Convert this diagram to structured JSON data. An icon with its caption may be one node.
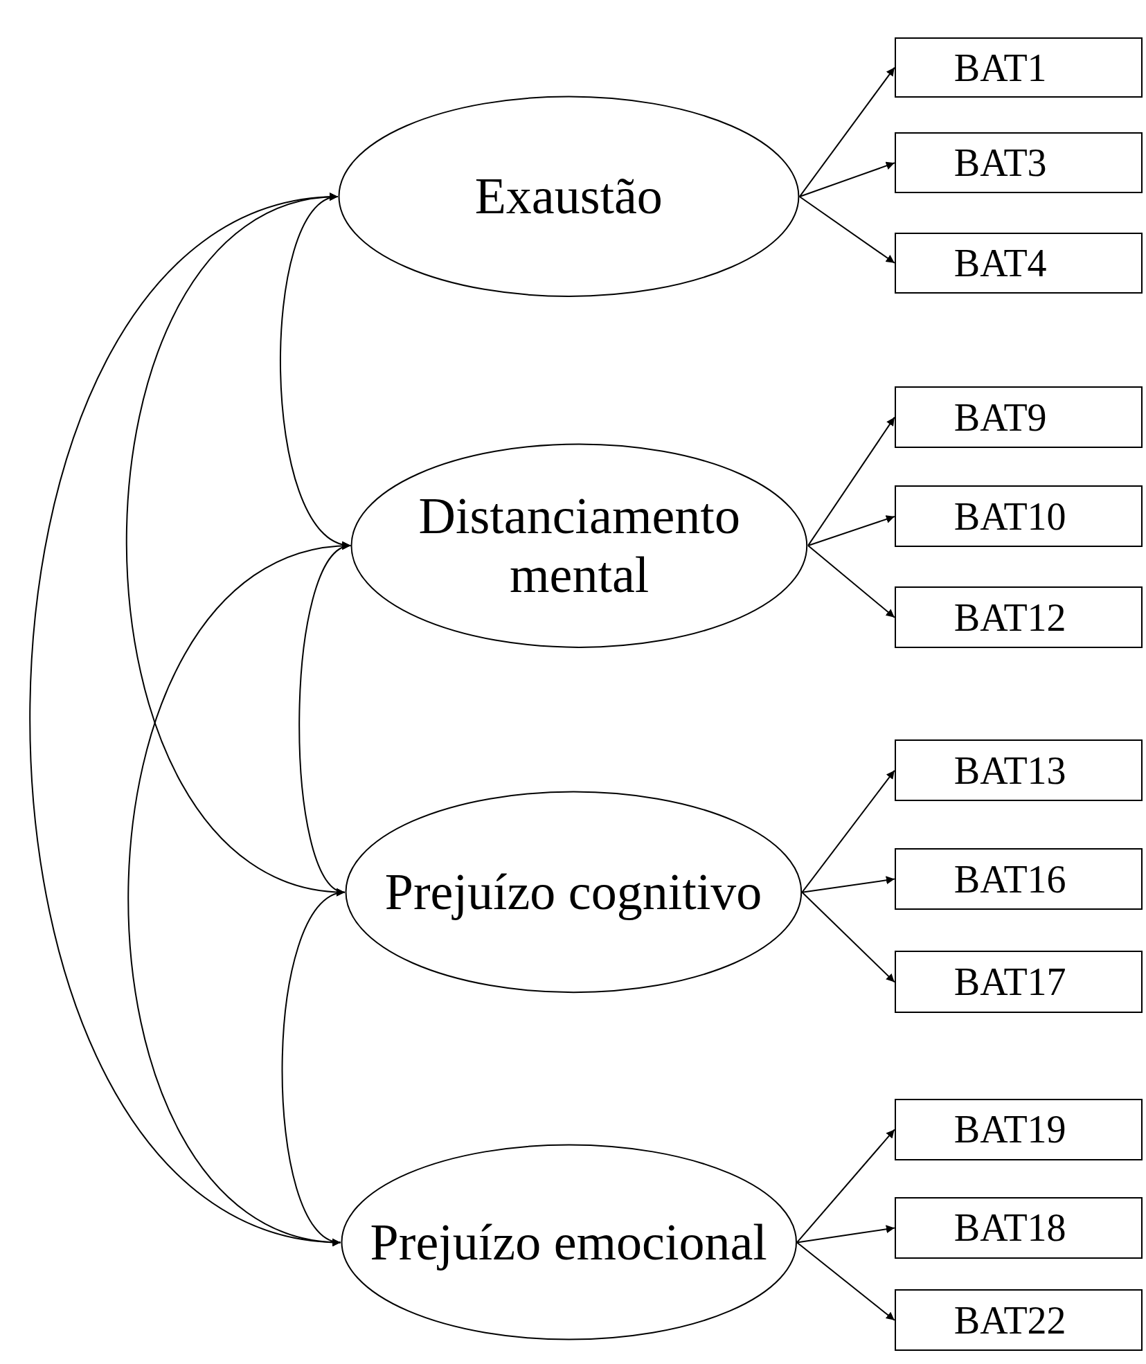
{
  "diagram": {
    "nodes": [
      {
        "text": [
          "Exaustão"
        ]
      },
      {
        "text": [
          "BAT1"
        ]
      },
      {
        "text": [
          "BAT3"
        ]
      },
      {
        "text": [
          "BAT4"
        ]
      },
      {
        "text": [
          "Distanciamento mental"
        ]
      },
      {
        "text": [
          "BAT9"
        ]
      },
      {
        "text": [
          "BAT10"
        ]
      },
      {
        "text": [
          "BAT12"
        ]
      },
      {
        "text": [
          "Prejuízo cognitivo"
        ]
      },
      {
        "text": [
          "BAT13"
        ]
      },
      {
        "text": [
          "BAT16"
        ]
      },
      {
        "text": [
          "BAT17"
        ]
      },
      {
        "text": [
          "Prejuízo emocional"
        ]
      },
      {
        "text": [
          "BAT19"
        ]
      },
      {
        "text": [
          "BAT18"
        ]
      },
      {
        "text": [
          "BAT22"
        ]
      }
    ],
    "edges": [
      {
        "from": 0,
        "to": 1,
        "arrow": "to"
      },
      {
        "from": 0,
        "to": 2,
        "arrow": "to"
      },
      {
        "from": 0,
        "to": 3,
        "arrow": "to"
      },
      {
        "from": 4,
        "to": 5,
        "arrow": "to"
      },
      {
        "from": 4,
        "to": 6,
        "arrow": "to"
      },
      {
        "from": 4,
        "to": 7,
        "arrow": "to"
      },
      {
        "from": 8,
        "to": 9,
        "arrow": "to"
      },
      {
        "from": 8,
        "to": 10,
        "arrow": "to"
      },
      {
        "from": 8,
        "to": 11,
        "arrow": "to"
      },
      {
        "from": 12,
        "to": 13,
        "arrow": "to"
      },
      {
        "from": 12,
        "to": 14,
        "arrow": "to"
      },
      {
        "from": 12,
        "to": 15,
        "arrow": "to"
      },
      {
        "from": 0,
        "to": 4,
        "arrow": "both"
      },
      {
        "from": 0,
        "to": 8,
        "arrow": "both"
      },
      {
        "from": 0,
        "to": 12,
        "arrow": "both"
      },
      {
        "from": 4,
        "to": 8,
        "arrow": "both"
      },
      {
        "from": 4,
        "to": 12,
        "arrow": "both"
      },
      {
        "from": 8,
        "to": 12,
        "arrow": "both"
      }
    ]
  }
}
